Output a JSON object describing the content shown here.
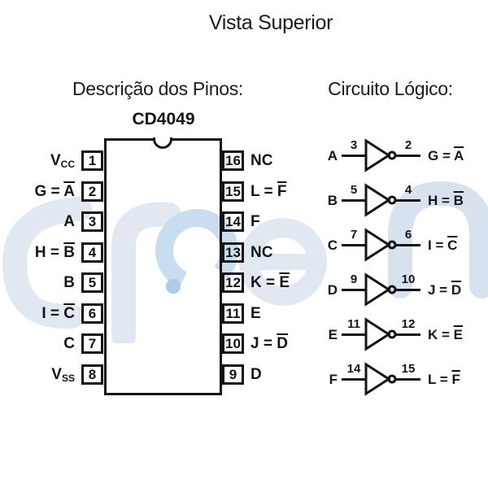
{
  "page_title": "Vista Superior",
  "sections": {
    "pins_heading": "Descrição dos Pinos:",
    "logic_heading": "Circuito Lógico:"
  },
  "chip": {
    "name": "CD4049",
    "left_pins": [
      {
        "num": "1",
        "pre": "V",
        "sub": "CC"
      },
      {
        "num": "2",
        "pre": "G = ",
        "over": "A"
      },
      {
        "num": "3",
        "pre": "A"
      },
      {
        "num": "4",
        "pre": "H = ",
        "over": "B"
      },
      {
        "num": "5",
        "pre": "B"
      },
      {
        "num": "6",
        "pre": "I = ",
        "over": "C"
      },
      {
        "num": "7",
        "pre": "C"
      },
      {
        "num": "8",
        "pre": "V",
        "sub": "SS"
      }
    ],
    "right_pins": [
      {
        "num": "16",
        "pre": "NC"
      },
      {
        "num": "15",
        "pre": "L = ",
        "over": "F"
      },
      {
        "num": "14",
        "pre": "F"
      },
      {
        "num": "13",
        "pre": "NC"
      },
      {
        "num": "12",
        "pre": "K = ",
        "over": "E"
      },
      {
        "num": "11",
        "pre": "E"
      },
      {
        "num": "10",
        "pre": "J = ",
        "over": "D"
      },
      {
        "num": "9",
        "pre": "D"
      }
    ]
  },
  "gates": [
    {
      "input": "A",
      "in_pin": "3",
      "out_pin": "2",
      "out_pre": "G = ",
      "out_over": "A"
    },
    {
      "input": "B",
      "in_pin": "5",
      "out_pin": "4",
      "out_pre": "H = ",
      "out_over": "B"
    },
    {
      "input": "C",
      "in_pin": "7",
      "out_pin": "6",
      "out_pre": "I = ",
      "out_over": "C"
    },
    {
      "input": "D",
      "in_pin": "9",
      "out_pin": "10",
      "out_pre": "J = ",
      "out_over": "D"
    },
    {
      "input": "E",
      "in_pin": "11",
      "out_pin": "12",
      "out_pre": "K = ",
      "out_over": "E"
    },
    {
      "input": "F",
      "in_pin": "14",
      "out_pin": "15",
      "out_pre": "L = ",
      "out_over": "F"
    }
  ],
  "watermark": {
    "name": "proesi-logo",
    "letters_color": "#e1e8f2",
    "ring_color": "#c9ddf1",
    "dot_color": "#a9cce9"
  },
  "colors": {
    "ink": "#141414",
    "background": "#ffffff"
  }
}
